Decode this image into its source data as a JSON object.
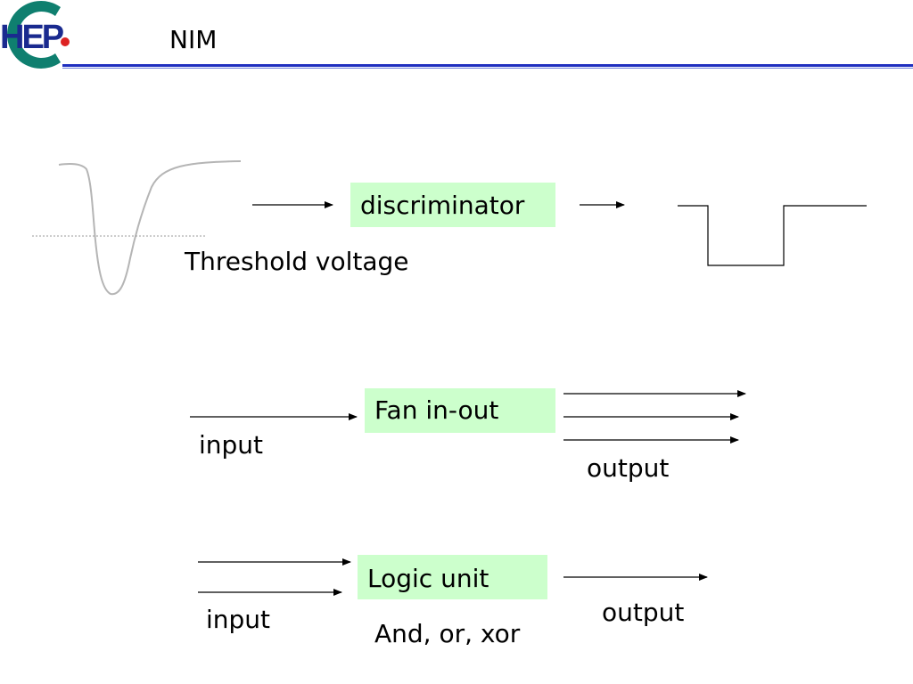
{
  "slide": {
    "title": "NIM",
    "logo_text": "HEP",
    "accent_color": "#1f2fbf",
    "box_color": "#ccffcc"
  },
  "discriminator": {
    "box_label": "discriminator",
    "threshold_label": "Threshold voltage"
  },
  "fan": {
    "box_label": "Fan in-out",
    "input_label": "input",
    "output_label": "output"
  },
  "logic": {
    "box_label": "Logic unit",
    "subtitle": "And, or, xor",
    "input_label": "input",
    "output_label": "output"
  }
}
